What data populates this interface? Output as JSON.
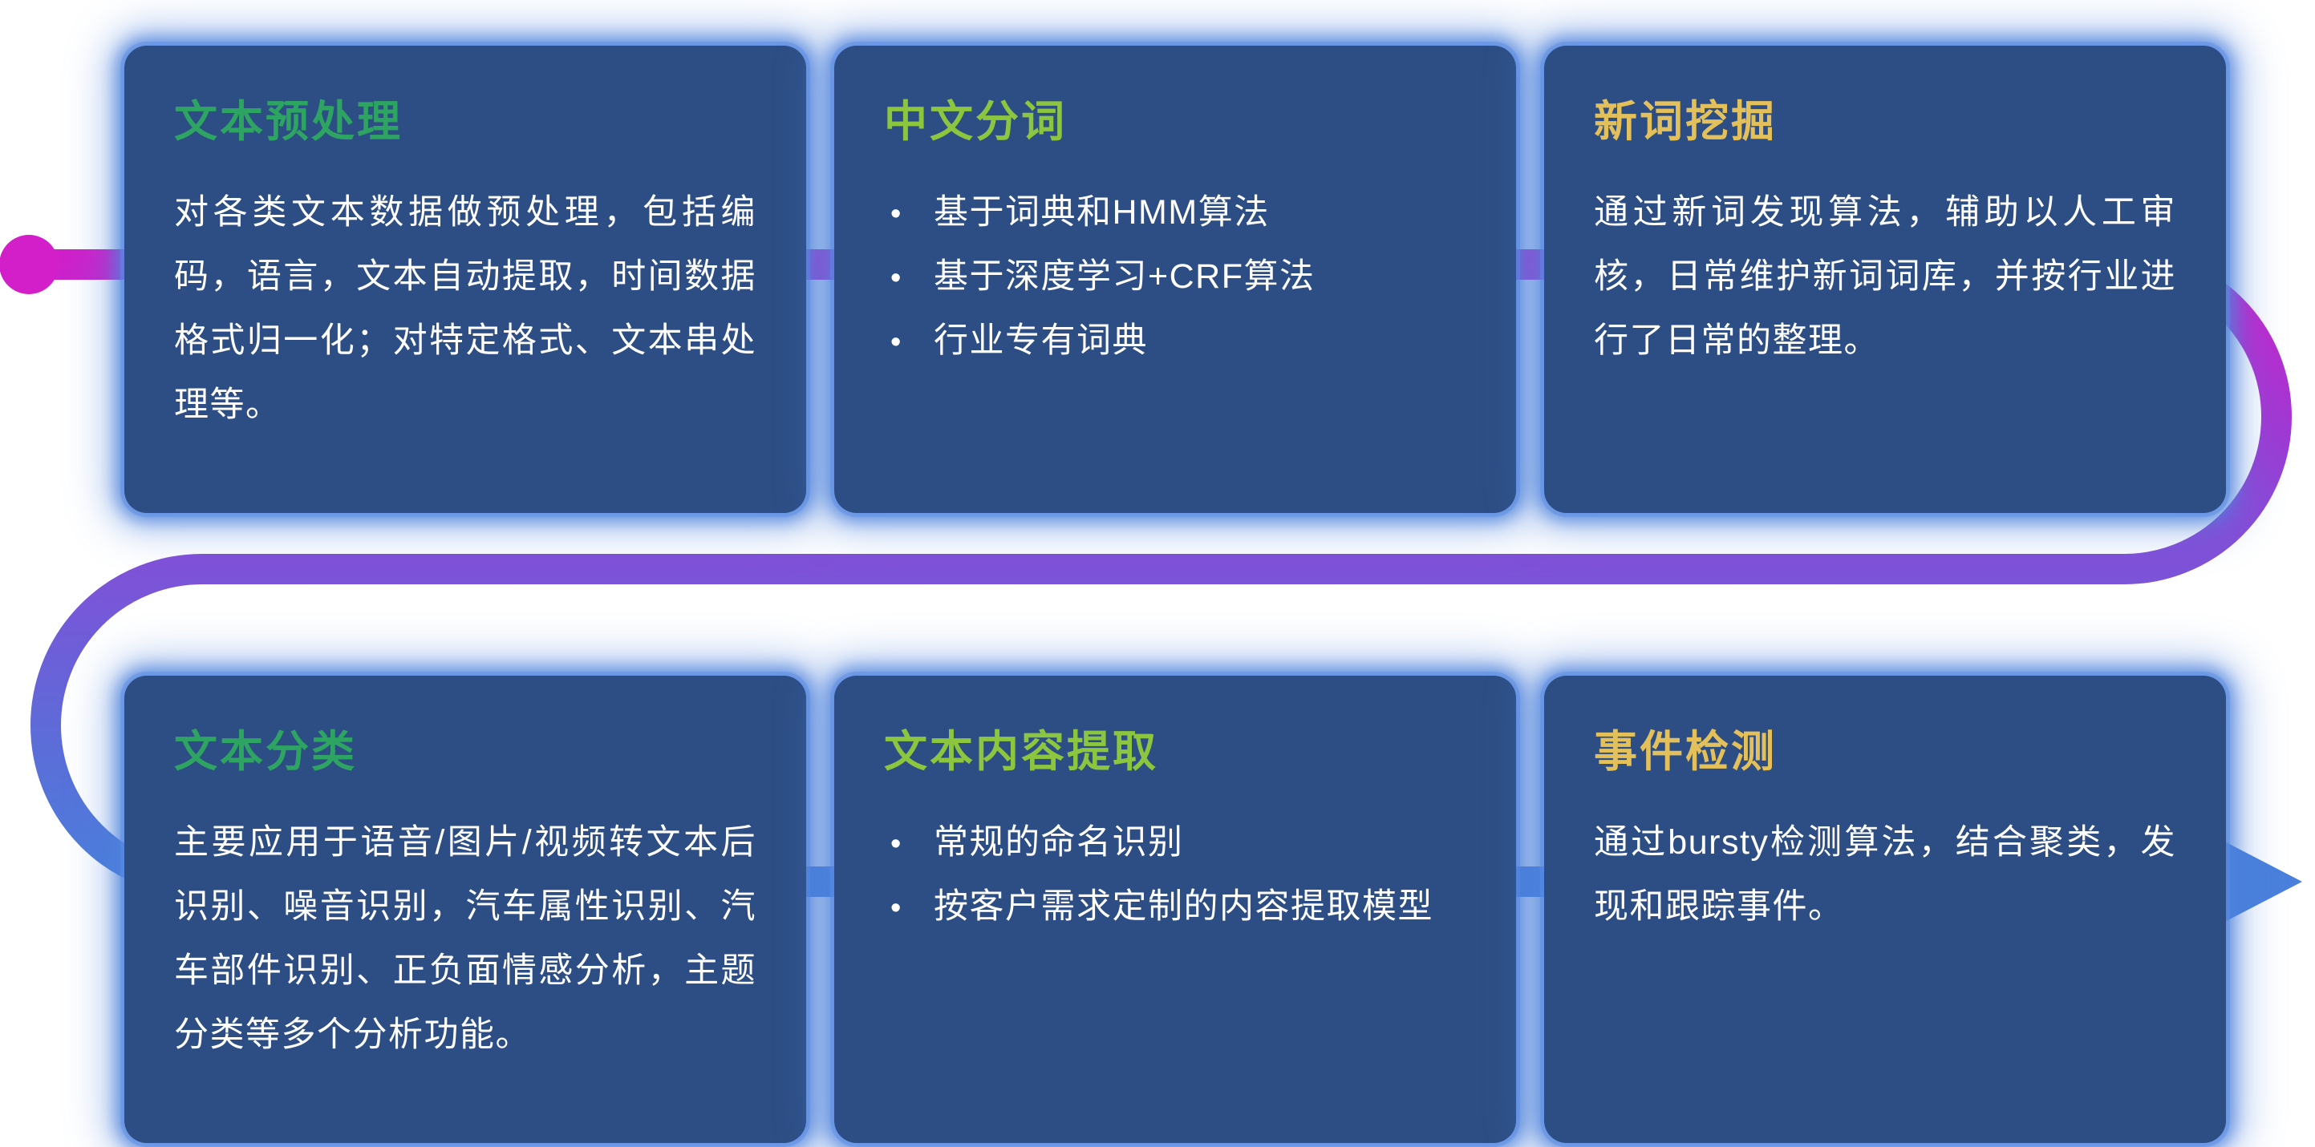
{
  "theme": {
    "background": "#FFFFFF",
    "card_background": "#2D4E84",
    "card_glow": "#4D82DC",
    "body_text_color": "#FFFFFF",
    "bullet_glyph": "•",
    "flow": {
      "start_dot_color": "#D21FCA",
      "gradient_stops": [
        "#D21FCA",
        "#A039D3",
        "#7E52D8",
        "#5E6BD8",
        "#4A80DC"
      ],
      "arrow_color": "#4A80DC"
    }
  },
  "cards": [
    {
      "title": "文本预处理",
      "title_color": "#2EA463",
      "body": "对各类文本数据做预处理，包括编码，语言，文本自动提取，时间数据格式归一化；对特定格式、文本串处理等。"
    },
    {
      "title": "中文分词",
      "title_color": "#8CC63F",
      "bullets": [
        "基于词典和HMM算法",
        "基于深度学习+CRF算法",
        "行业专有词典"
      ]
    },
    {
      "title": "新词挖掘",
      "title_color": "#E4C05A",
      "body": "通过新词发现算法，辅助以人工审核，日常维护新词词库，并按行业进行了日常的整理。"
    },
    {
      "title": "文本分类",
      "title_color": "#2EA463",
      "body": "主要应用于语音/图片/视频转文本后识别、噪音识别，汽车属性识别、汽车部件识别、正负面情感分析，主题分类等多个分析功能。"
    },
    {
      "title": "文本内容提取",
      "title_color": "#8CC63F",
      "bullets": [
        "常规的命名识别",
        "按客户需求定制的内容提取模型"
      ]
    },
    {
      "title": "事件检测",
      "title_color": "#E4C05A",
      "body": "通过bursty检测算法，结合聚类，发现和跟踪事件。"
    }
  ]
}
